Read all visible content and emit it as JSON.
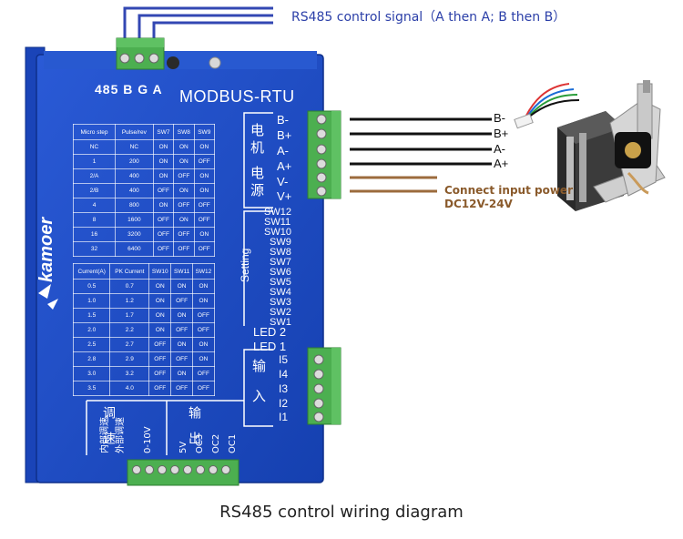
{
  "signal_text": "RS485 control signal（A then A; B then B）",
  "caption": "RS485 control wiring diagram",
  "driver": {
    "model": "MODBUS-RTU",
    "port_label": "485 B G A",
    "brand": "kamoer",
    "motor_cn": "电机",
    "power_cn": "电源",
    "setting": "Setting",
    "speed_cn": "调速",
    "output_cn": "输出",
    "input_cn": "输入",
    "top_terminals": [
      "B-",
      "B+",
      "A-",
      "A+",
      "V-",
      "V+"
    ],
    "switches": [
      "SW12",
      "SW11",
      "SW10",
      "SW9",
      "SW8",
      "SW7",
      "SW6",
      "SW5",
      "SW4",
      "SW3",
      "SW2",
      "SW1"
    ],
    "leds": [
      "LED 2",
      "LED 1"
    ],
    "inputs": [
      "I5",
      "I4",
      "I3",
      "I2",
      "I1"
    ],
    "bottom_labels": [
      "内部调速",
      "外部调速",
      "0-10V",
      "5V",
      "OC3",
      "OC2",
      "OC1"
    ]
  },
  "table1": {
    "headers": [
      "Micro step",
      "Pulse/rev",
      "SW7",
      "SW8",
      "SW9"
    ],
    "rows": [
      [
        "NC",
        "NC",
        "ON",
        "ON",
        "ON"
      ],
      [
        "1",
        "200",
        "ON",
        "ON",
        "OFF"
      ],
      [
        "2/A",
        "400",
        "ON",
        "OFF",
        "ON"
      ],
      [
        "2/B",
        "400",
        "OFF",
        "ON",
        "ON"
      ],
      [
        "4",
        "800",
        "ON",
        "OFF",
        "OFF"
      ],
      [
        "8",
        "1600",
        "OFF",
        "ON",
        "OFF"
      ],
      [
        "16",
        "3200",
        "OFF",
        "OFF",
        "ON"
      ],
      [
        "32",
        "6400",
        "OFF",
        "OFF",
        "OFF"
      ]
    ]
  },
  "table2": {
    "headers": [
      "Current(A)",
      "PK Current",
      "SW10",
      "SW11",
      "SW12"
    ],
    "rows": [
      [
        "0.5",
        "0.7",
        "ON",
        "ON",
        "ON"
      ],
      [
        "1.0",
        "1.2",
        "ON",
        "OFF",
        "ON"
      ],
      [
        "1.5",
        "1.7",
        "ON",
        "ON",
        "OFF"
      ],
      [
        "2.0",
        "2.2",
        "ON",
        "OFF",
        "OFF"
      ],
      [
        "2.5",
        "2.7",
        "OFF",
        "ON",
        "ON"
      ],
      [
        "2.8",
        "2.9",
        "OFF",
        "OFF",
        "ON"
      ],
      [
        "3.0",
        "3.2",
        "OFF",
        "ON",
        "OFF"
      ],
      [
        "3.5",
        "4.0",
        "OFF",
        "OFF",
        "OFF"
      ]
    ]
  },
  "motor_wires": [
    "B-",
    "B+",
    "A-",
    "A+"
  ],
  "power": {
    "line1": "Connect input power",
    "line2": "DC12V-24V"
  },
  "colors": {
    "driver_blue": "#1b49c2",
    "signal_wire": "#3347b3",
    "signal_text": "#2b3fa8",
    "power_wire": "#9c6b3d",
    "power_text": "#8a5a2b",
    "terminal_green": "#4caf50"
  }
}
